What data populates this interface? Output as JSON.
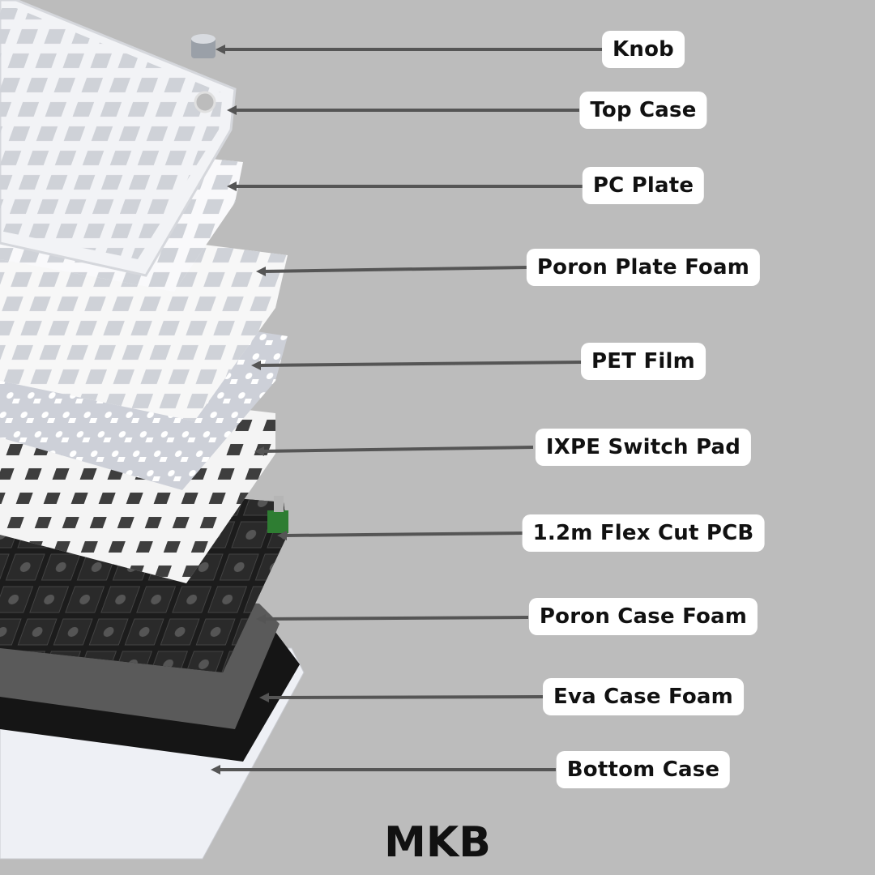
{
  "diagram": {
    "labels": [
      {
        "text": "Knob"
      },
      {
        "text": "Top Case"
      },
      {
        "text": "PC Plate"
      },
      {
        "text": "Poron Plate Foam"
      },
      {
        "text": "PET Film"
      },
      {
        "text": "IXPE Switch Pad"
      },
      {
        "text": "1.2m Flex Cut PCB"
      },
      {
        "text": "Poron Case Foam"
      },
      {
        "text": "Eva Case Foam"
      },
      {
        "text": "Bottom Case"
      }
    ],
    "brand": "MKB"
  },
  "colors": {
    "background": "#bcbcbc",
    "leader_line": "#555555",
    "label_bg": "#ffffff",
    "pcb": "#1c1c1c",
    "foam_gray": "#5a5a5a"
  }
}
